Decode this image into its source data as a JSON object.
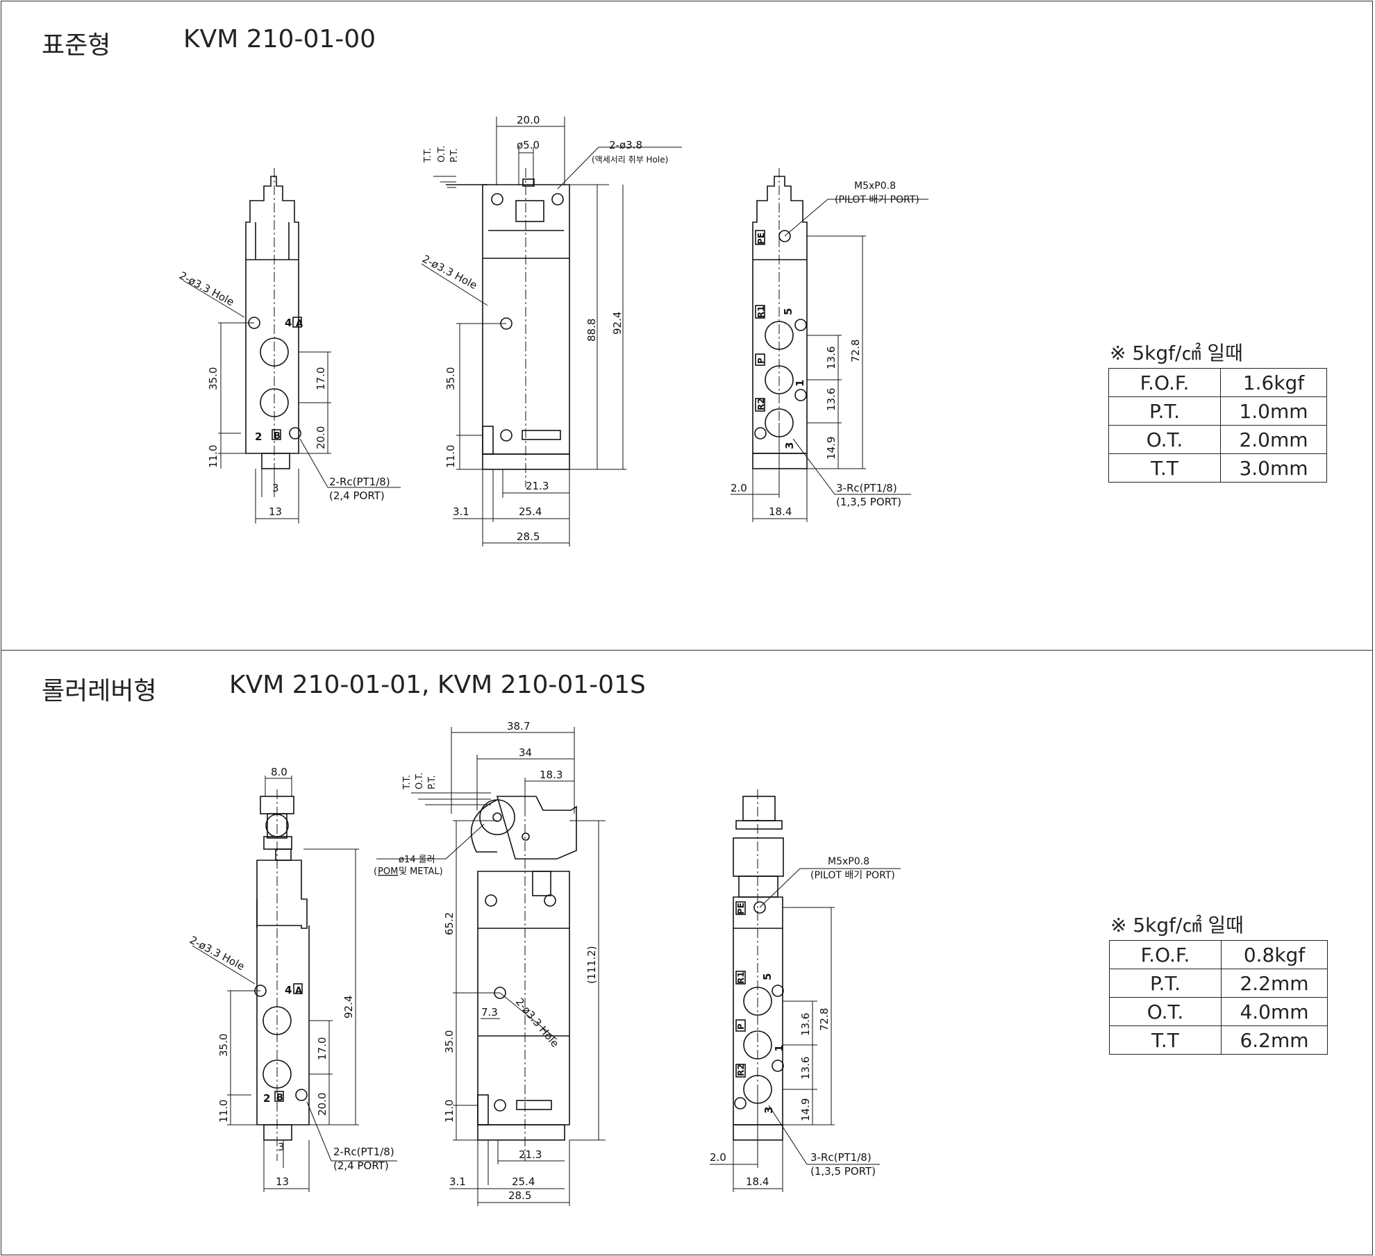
{
  "top": {
    "title_ko": "표준형",
    "title_model": "KVM 210-01-00",
    "labels": {
      "hole_2_33": "2-ø3.3 Hole",
      "hole_2_33_b": "2-ø3.3 Hole",
      "d35": "35.0",
      "d11": "11.0",
      "d17": "17.0",
      "d20": "20.0",
      "d3": "3",
      "d13": "13",
      "rc_port": "2-Rc(PT1/8)",
      "rc_port_sub": "(2,4 PORT)",
      "port4": "4",
      "port2": "2",
      "portA": "A",
      "portB": "B",
      "d20top": "20.0",
      "d5": "ø5.0",
      "hole_38": "2-ø3.8",
      "hole_38_sub": "(액세서리 취부 Hole)",
      "tt": "T.T.",
      "ot": "O.T.",
      "pt": "P.T.",
      "d888": "88.8",
      "d924": "92.4",
      "d35b": "35.0",
      "d11b": "11.0",
      "d213": "21.3",
      "d31": "3.1",
      "d254": "25.4",
      "d285": "28.5",
      "m5": "M5xP0.8",
      "m5_sub": "(PILOT 배기 PORT)",
      "pe": "PE",
      "r1": "R1",
      "p": "P",
      "r2": "R2",
      "p5": "5",
      "p1": "1",
      "p3": "3",
      "d136a": "13.6",
      "d136b": "13.6",
      "d149": "14.9",
      "d728": "72.8",
      "d2": "2.0",
      "d184": "18.4",
      "rc3": "3-Rc(PT1/8)",
      "rc3_sub": "(1,3,5 PORT)"
    },
    "spec_note": "※ 5kgf/㎠ 일때",
    "spec": [
      {
        "key": "F.O.F.",
        "value": "1.6kgf"
      },
      {
        "key": "P.T.",
        "value": "1.0mm"
      },
      {
        "key": "O.T.",
        "value": "2.0mm"
      },
      {
        "key": "T.T",
        "value": "3.0mm"
      }
    ]
  },
  "bottom": {
    "title_ko": "롤러레버형",
    "title_model": "KVM 210-01-01, KVM 210-01-01S",
    "labels": {
      "d8": "8.0",
      "hole_2_33": "2-ø3.3 Hole",
      "d924": "92.4",
      "d35": "35.0",
      "d11": "11.0",
      "d17": "17.0",
      "d20": "20.0",
      "d3": "3",
      "d13": "13",
      "rc_port": "2-Rc(PT1/8)",
      "rc_port_sub": "(2,4 PORT)",
      "port4": "4",
      "port2": "2",
      "portA": "A",
      "portB": "B",
      "d387": "38.7",
      "d34": "34",
      "d183": "18.3",
      "tt": "T.T.",
      "ot": "O.T.",
      "pt": "P.T.",
      "roller": "ø14 롤러",
      "roller_sub_a": "POM",
      "roller_sub_b": " 및 METAL)",
      "roller_sub_open": "(",
      "d652": "65.2",
      "d1112": "(111.2)",
      "d73": "7.3",
      "hole_2_33_b": "2-ø3.3 Hole",
      "d35b": "35.0",
      "d11b": "11.0",
      "d213": "21.3",
      "d31": "3.1",
      "d254": "25.4",
      "d285": "28.5",
      "m5": "M5xP0.8",
      "m5_sub": "(PILOT 배기 PORT)",
      "pe": "PE",
      "r1": "R1",
      "p": "P",
      "r2": "R2",
      "p5": "5",
      "p1": "1",
      "p3": "3",
      "d136a": "13.6",
      "d136b": "13.6",
      "d149": "14.9",
      "d728": "72.8",
      "d2": "2.0",
      "d184": "18.4",
      "rc3": "3-Rc(PT1/8)",
      "rc3_sub": "(1,3,5 PORT)"
    },
    "spec_note": "※ 5kgf/㎠ 일때",
    "spec": [
      {
        "key": "F.O.F.",
        "value": "0.8kgf"
      },
      {
        "key": "P.T.",
        "value": "2.2mm"
      },
      {
        "key": "O.T.",
        "value": "4.0mm"
      },
      {
        "key": "T.T",
        "value": "6.2mm"
      }
    ]
  }
}
